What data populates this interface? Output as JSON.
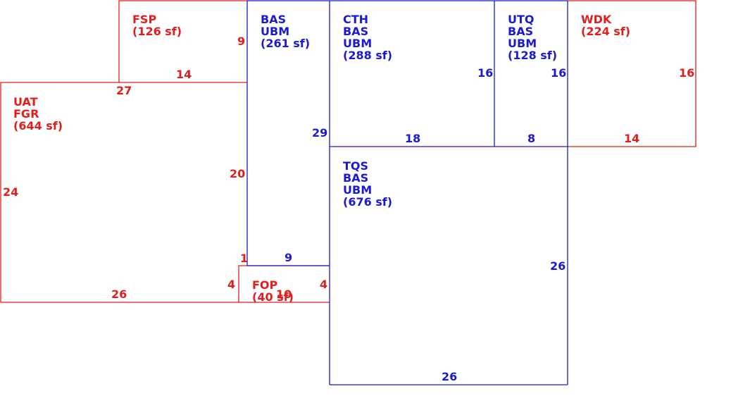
{
  "colors": {
    "red": "#e01e1e",
    "blue": "#1a1ad0"
  },
  "areas": [
    {
      "id": "fsp",
      "color": "red",
      "lines": [
        "FSP",
        "(126 sf)"
      ]
    },
    {
      "id": "bas-261",
      "color": "blue",
      "lines": [
        "BAS",
        "UBM",
        "(261 sf)"
      ]
    },
    {
      "id": "cth",
      "color": "blue",
      "lines": [
        "CTH",
        "BAS",
        "UBM",
        "(288 sf)"
      ]
    },
    {
      "id": "utq",
      "color": "blue",
      "lines": [
        "UTQ",
        "BAS",
        "UBM",
        "(128 sf)"
      ]
    },
    {
      "id": "wdk",
      "color": "red",
      "lines": [
        "WDK",
        "(224 sf)"
      ]
    },
    {
      "id": "uat",
      "color": "red",
      "lines": [
        "UAT",
        "FGR",
        "(644 sf)"
      ]
    },
    {
      "id": "tqs",
      "color": "blue",
      "lines": [
        "TQS",
        "BAS",
        "UBM",
        "(676 sf)"
      ]
    },
    {
      "id": "fop",
      "color": "red",
      "lines": [
        "FOP",
        "(40 sf)"
      ]
    }
  ],
  "dimensions": [
    {
      "id": "fsp-right",
      "color": "red",
      "text": "9"
    },
    {
      "id": "fsp-bottom",
      "color": "red",
      "text": "14"
    },
    {
      "id": "uat-top",
      "color": "red",
      "text": "27"
    },
    {
      "id": "uat-right",
      "color": "red",
      "text": "20"
    },
    {
      "id": "uat-left",
      "color": "red",
      "text": "24"
    },
    {
      "id": "uat-bottom",
      "color": "red",
      "text": "26"
    },
    {
      "id": "uat-step",
      "color": "red",
      "text": "1"
    },
    {
      "id": "fop-left",
      "color": "red",
      "text": "4"
    },
    {
      "id": "fop-right",
      "color": "red",
      "text": "4"
    },
    {
      "id": "fop-bottom",
      "color": "red",
      "text": "10"
    },
    {
      "id": "bas-right",
      "color": "blue",
      "text": "29"
    },
    {
      "id": "bas-bottom",
      "color": "blue",
      "text": "9"
    },
    {
      "id": "cth-right",
      "color": "blue",
      "text": "16"
    },
    {
      "id": "cth-bottom",
      "color": "blue",
      "text": "18"
    },
    {
      "id": "utq-right",
      "color": "blue",
      "text": "16"
    },
    {
      "id": "utq-bottom",
      "color": "blue",
      "text": "8"
    },
    {
      "id": "wdk-right",
      "color": "red",
      "text": "16"
    },
    {
      "id": "wdk-bottom",
      "color": "red",
      "text": "14"
    },
    {
      "id": "tqs-right",
      "color": "blue",
      "text": "26"
    },
    {
      "id": "tqs-bottom",
      "color": "blue",
      "text": "26"
    }
  ]
}
